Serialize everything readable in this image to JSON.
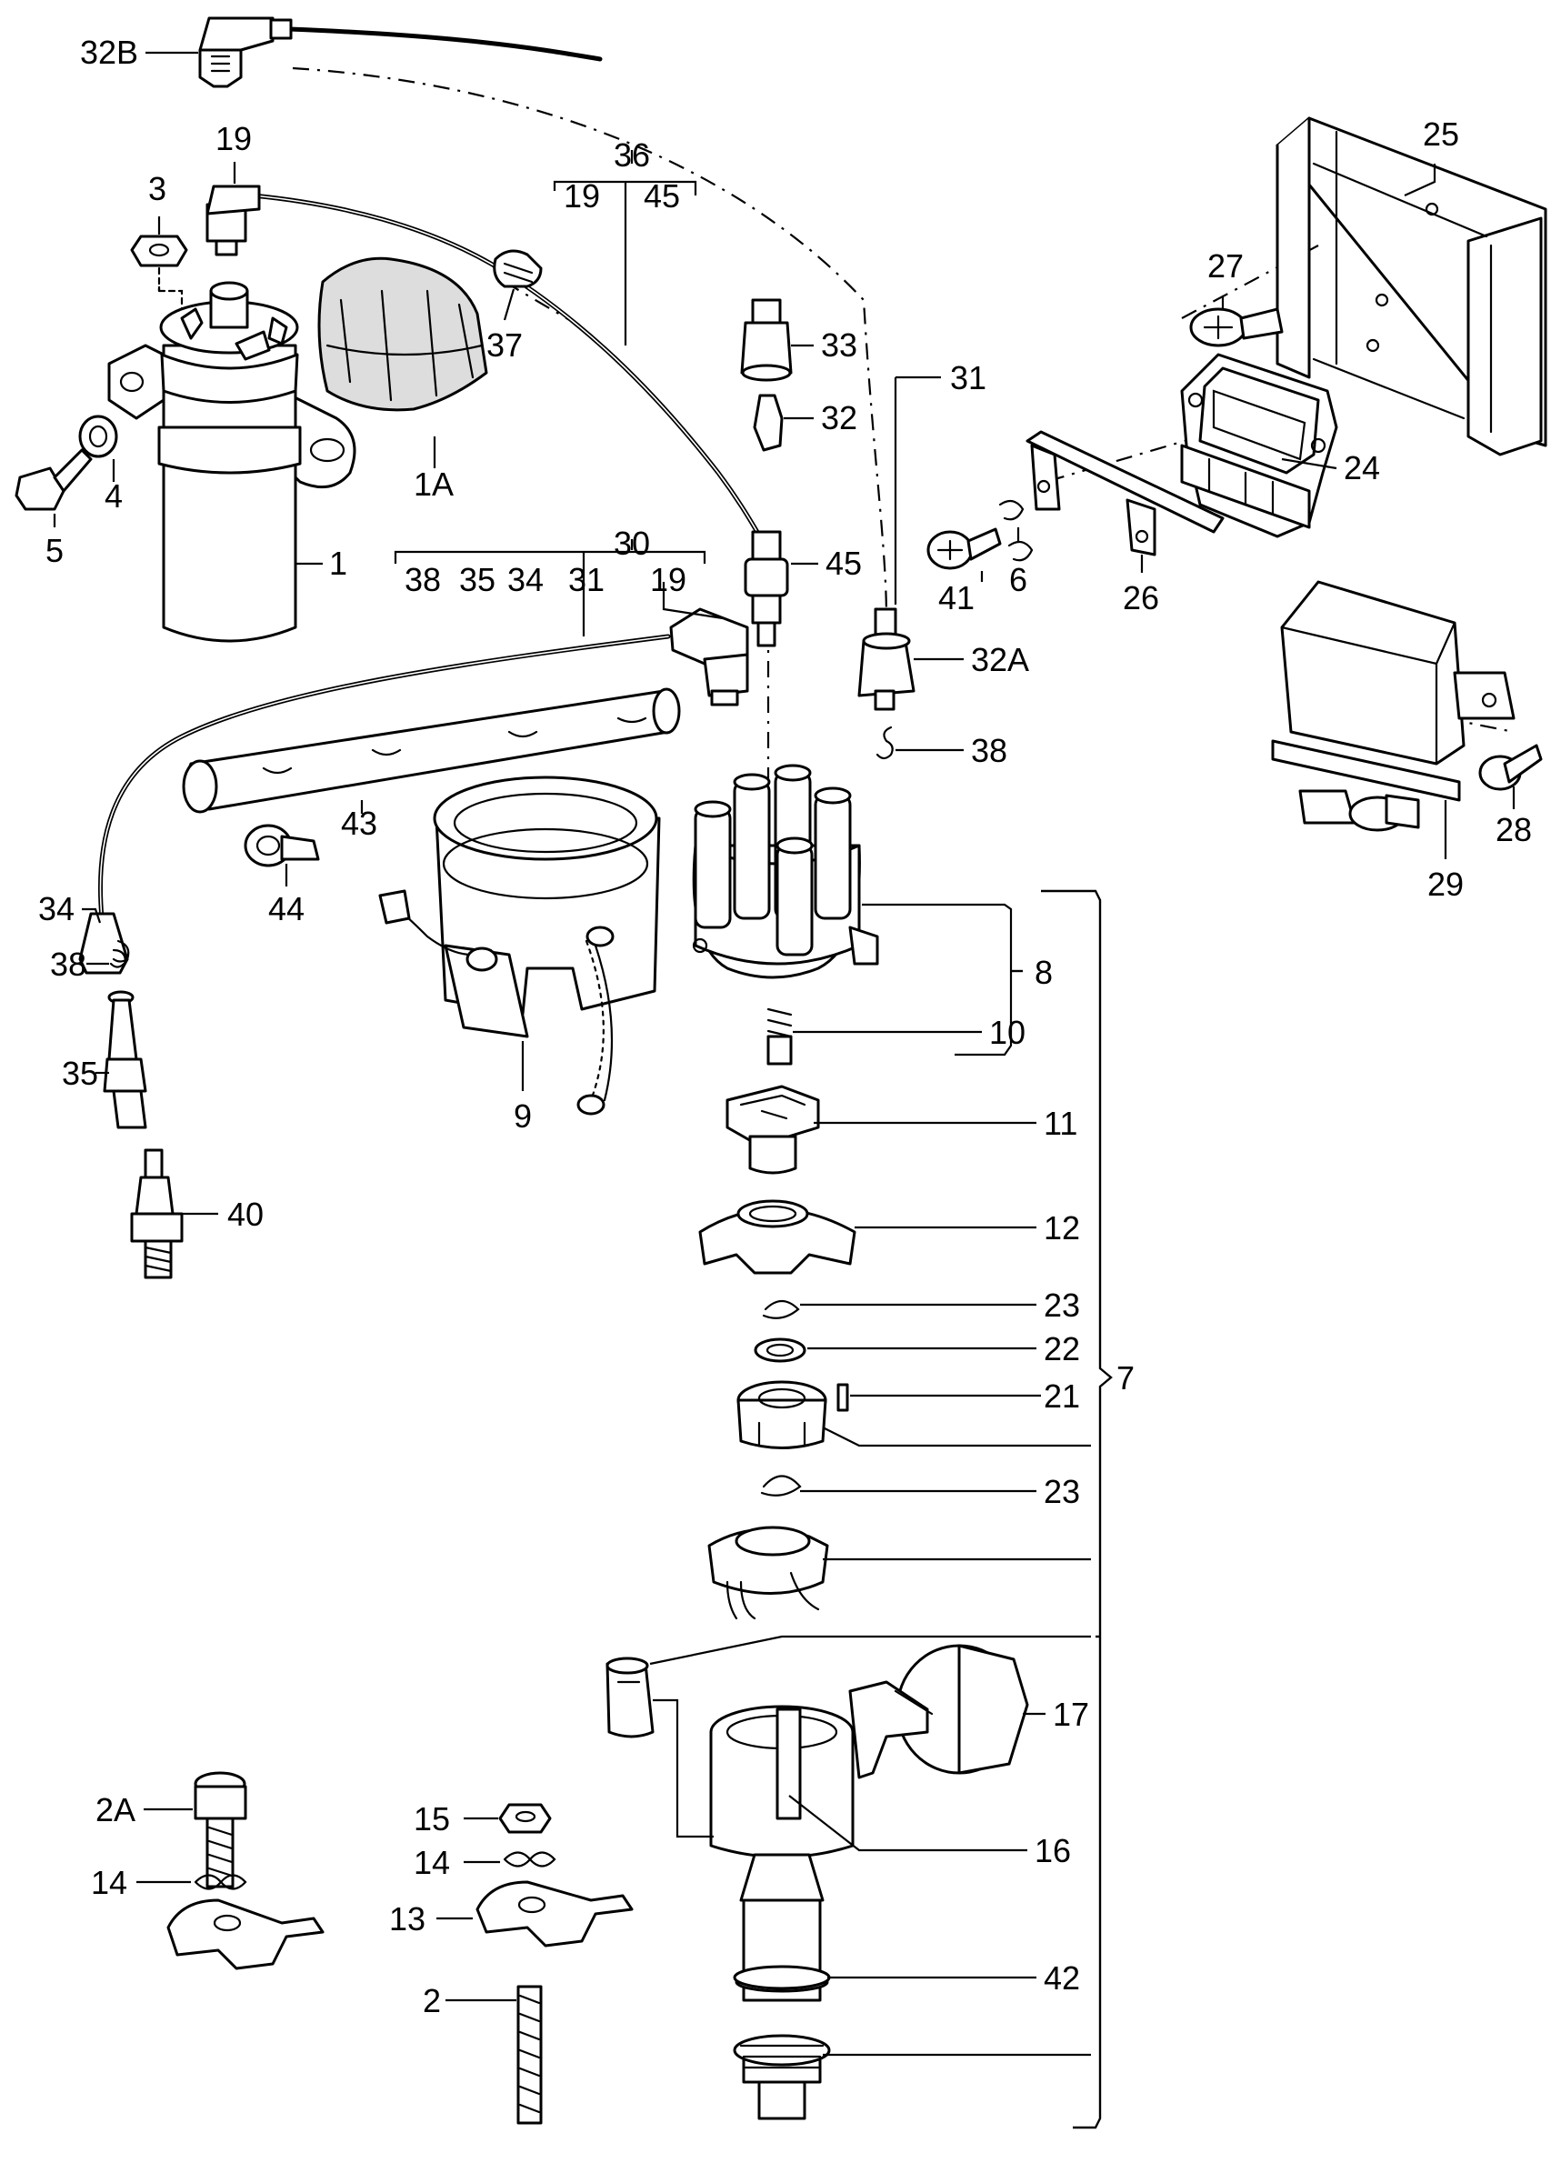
{
  "labels": {
    "l32b": "32B",
    "l19a": "19",
    "l36": "36",
    "l19b": "19",
    "l45a": "45",
    "l25": "25",
    "l3": "3",
    "l27": "27",
    "l37": "37",
    "l33": "33",
    "l31a": "31",
    "l32": "32",
    "l24": "24",
    "l1a": "1A",
    "l4": "4",
    "l5": "5",
    "l30": "30",
    "l38a": "38",
    "l35a": "35",
    "l34a": "34",
    "l31b": "31",
    "l19c": "19",
    "l45b": "45",
    "l41": "41",
    "l6": "6",
    "l26": "26",
    "l1": "1",
    "l32a": "32A",
    "l38b": "38",
    "l43": "43",
    "l28": "28",
    "l29": "29",
    "l34b": "34",
    "l44": "44",
    "l8": "8",
    "l38c": "38",
    "l10": "10",
    "l35b": "35",
    "l9": "9",
    "l11": "11",
    "l40": "40",
    "l12": "12",
    "l23a": "23",
    "l22": "22",
    "l7": "7",
    "l21": "21",
    "l23b": "23",
    "l17": "17",
    "l2a": "2A",
    "l15": "15",
    "l16": "16",
    "l14a": "14",
    "l14b": "14",
    "l13": "13",
    "l42": "42",
    "l2": "2"
  }
}
